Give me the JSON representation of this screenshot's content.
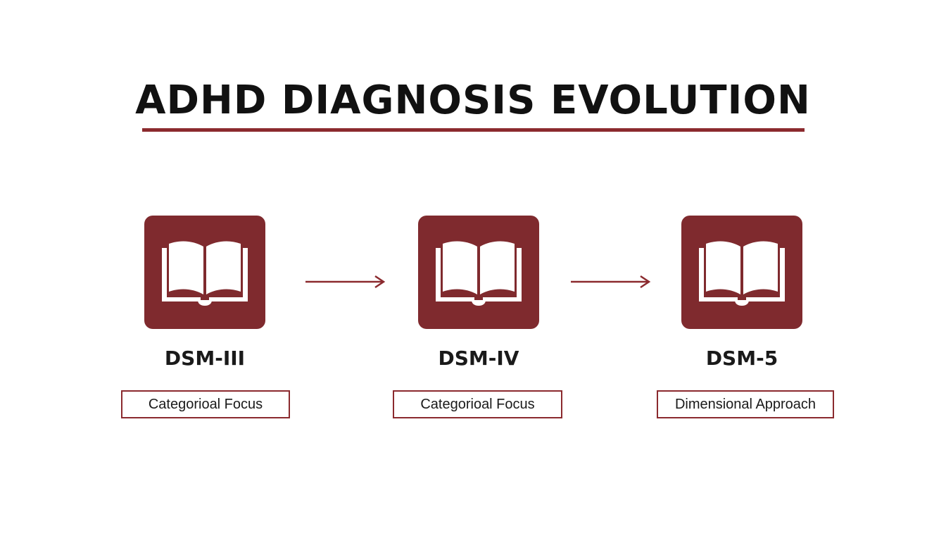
{
  "title": "ADHD DIAGNOSIS EVOLUTION",
  "colors": {
    "accent": "#8b2a2e",
    "tile": "#7f2a2e",
    "text": "#111111",
    "background": "#ffffff"
  },
  "stages": [
    {
      "label": "DSM-III",
      "focus": "Categorioal Focus",
      "icon": "book-icon"
    },
    {
      "label": "DSM-IV",
      "focus": "Categorioal Focus",
      "icon": "book-icon"
    },
    {
      "label": "DSM-5",
      "focus": "Dimensional Approach",
      "icon": "book-icon"
    }
  ]
}
